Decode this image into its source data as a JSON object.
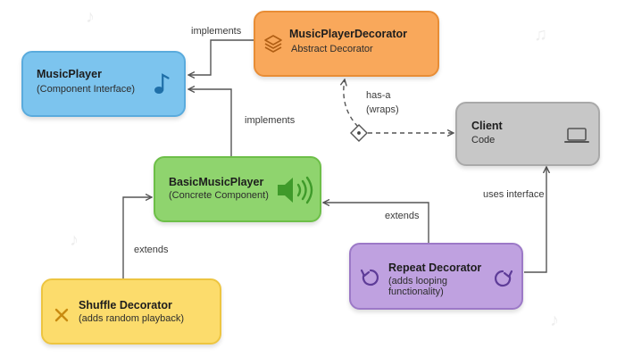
{
  "nodes": {
    "decorator": {
      "title": "MusicPlayerDecorator",
      "subtitle": "Abstract Decorator"
    },
    "player": {
      "title": "MusicPlayer",
      "subtitle": "(Component Interface)"
    },
    "client": {
      "title": "Client",
      "subtitle": "Code"
    },
    "basic": {
      "title": "BasicMusicPlayer",
      "subtitle": "(Concrete Component)"
    },
    "repeat": {
      "title": "Repeat Decorator",
      "subtitle": "(adds looping functionality)"
    },
    "shuffle": {
      "title": "Shuffle Decorator",
      "subtitle": "(adds random playback)"
    }
  },
  "edges": {
    "decorator_implements": "implements",
    "basic_implements": "implements",
    "has_a_line1": "has-a",
    "has_a_line2": "(wraps)",
    "uses_interface": "uses interface",
    "repeat_extends": "extends",
    "shuffle_extends": "extends"
  },
  "icons": {
    "decorator": "layers-icon",
    "player": "music-note-icon",
    "client": "laptop-icon",
    "basic": "speaker-icon",
    "repeat": "repeat-arrow-icon",
    "shuffle": "shuffle-x-icon"
  },
  "colors": {
    "decorator": "#F9A85B",
    "player": "#7CC4EE",
    "client": "#C7C7C7",
    "basic": "#8FD46E",
    "repeat": "#BFA1E0",
    "shuffle": "#FCDC6C",
    "connector": "#555555"
  }
}
